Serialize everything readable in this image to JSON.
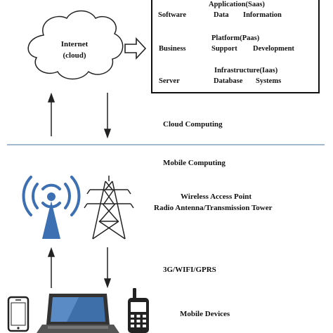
{
  "cloud": {
    "title": "Internet",
    "subtitle": "(cloud)"
  },
  "services": {
    "saas": {
      "heading": "Application(Saas)",
      "items": [
        "Software",
        "Data",
        "Information"
      ]
    },
    "paas": {
      "heading": "Platform(Paas)",
      "items": [
        "Business",
        "Support",
        "Development"
      ]
    },
    "iaas": {
      "heading": "Infrastructure(Iaas)",
      "items": [
        "Server",
        "Database",
        "Systems"
      ]
    }
  },
  "labels": {
    "cloud_computing": "Cloud Computing",
    "mobile_computing": "Mobile Computing",
    "access_point_line1": "Wireless Access Point",
    "access_point_line2": "Radio Antenna/Transmission  Tower",
    "network": "3G/WIFI/GPRS",
    "mobile_devices": "Mobile Devices"
  },
  "colors": {
    "divider": "#6c8fb0",
    "wifi_blue": "#3d6fb3",
    "laptop_dark": "#333333",
    "laptop_screen": "#3f6fa8"
  }
}
